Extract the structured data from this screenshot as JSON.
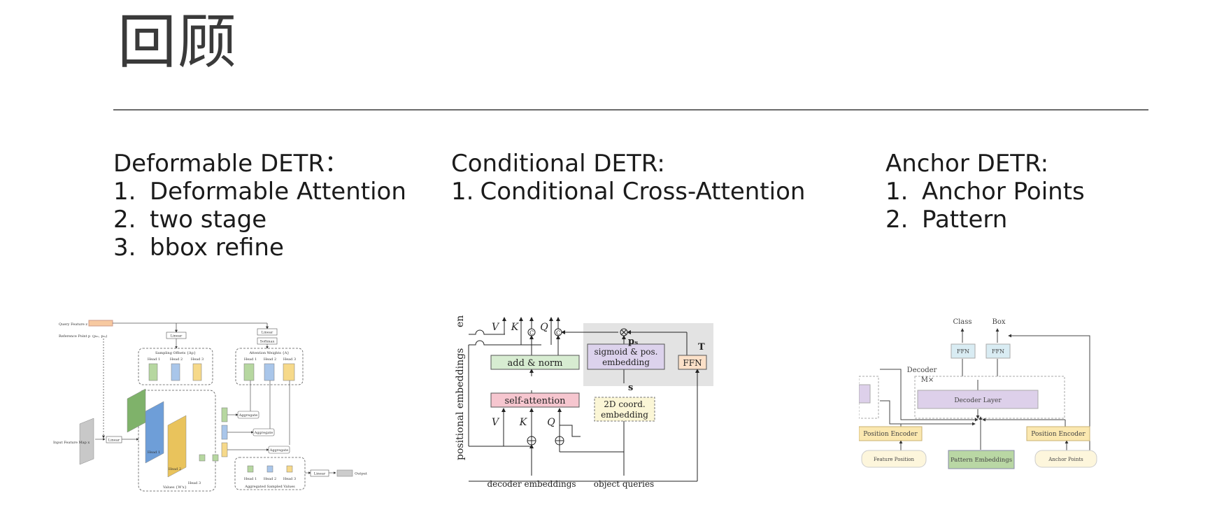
{
  "title": "回顾",
  "columns": [
    {
      "heading": "Deformable DETR：",
      "items": [
        {
          "num": "1.",
          "text": "Deformable Attention"
        },
        {
          "num": "2.",
          "text": "two stage"
        },
        {
          "num": "3.",
          "text": "bbox refine"
        }
      ]
    },
    {
      "heading": "Conditional DETR:",
      "items": [
        {
          "num": "1.",
          "text": "Conditional Cross-Attention"
        }
      ]
    },
    {
      "heading": "Anchor DETR:",
      "items": [
        {
          "num": "1.",
          "text": "Anchor Points"
        },
        {
          "num": "2.",
          "text": "Pattern"
        }
      ]
    }
  ],
  "fig1": {
    "query_feature": "Query Feature z",
    "reference_point": "Reference Point p",
    "ref_coords": "(p₀ₓ, p₀ᵧ)",
    "linear": "Linear",
    "softmax": "Softmax",
    "sampling_offsets": "Sampling Offsets {Δp}",
    "attention_weights": "Attention Weights {A}",
    "head1": "Head 1",
    "head2": "Head 2",
    "head3": "Head 3",
    "aggregate": "Aggregate",
    "input_feature_map": "Input Feature Map x",
    "values": "Values {W'x}",
    "aggregated": "Aggregated Sampled Values",
    "output": "Output"
  },
  "fig2": {
    "positional_embeddings": "positional embeddings",
    "en": "en",
    "V": "V",
    "K": "K",
    "Q": "Q",
    "C": "C",
    "add_norm": "add & norm",
    "self_attention": "self-attention",
    "sigmoid_1": "sigmoid & pos.",
    "sigmoid_2": "embedding",
    "ps": "pₛ",
    "T": "T",
    "FFN": "FFN",
    "s": "s",
    "coord_1": "2D coord.",
    "coord_2": "embedding",
    "decoder_embeddings": "decoder embeddings",
    "object_queries": "object queries"
  },
  "fig3": {
    "class": "Class",
    "box": "Box",
    "ffn": "FFN",
    "decoder": "Decoder",
    "mx": "M×",
    "decoder_layer": "Decoder Layer",
    "position_encoder": "Position Encoder",
    "feature_position": "Feature Position",
    "pattern_embeddings": "Pattern Embeddings",
    "anchor_points": "Anchor Points"
  }
}
